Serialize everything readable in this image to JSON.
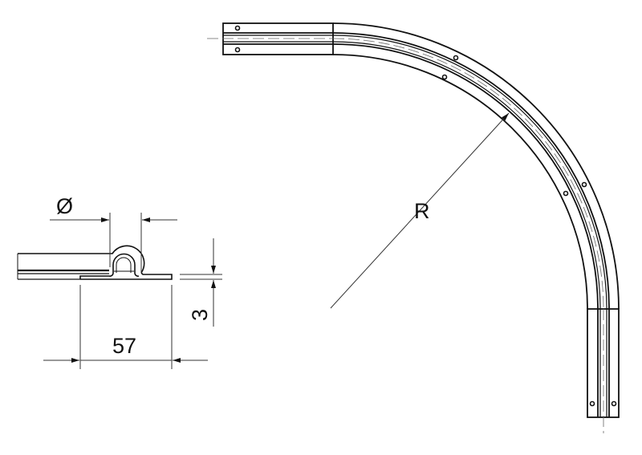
{
  "profile_view": {
    "diameter_label": "Ø",
    "width_label": "57",
    "thickness_label": "3"
  },
  "plan_view": {
    "radius_label": "R"
  },
  "colors": {
    "line": "#111111",
    "thin": "#444444"
  }
}
